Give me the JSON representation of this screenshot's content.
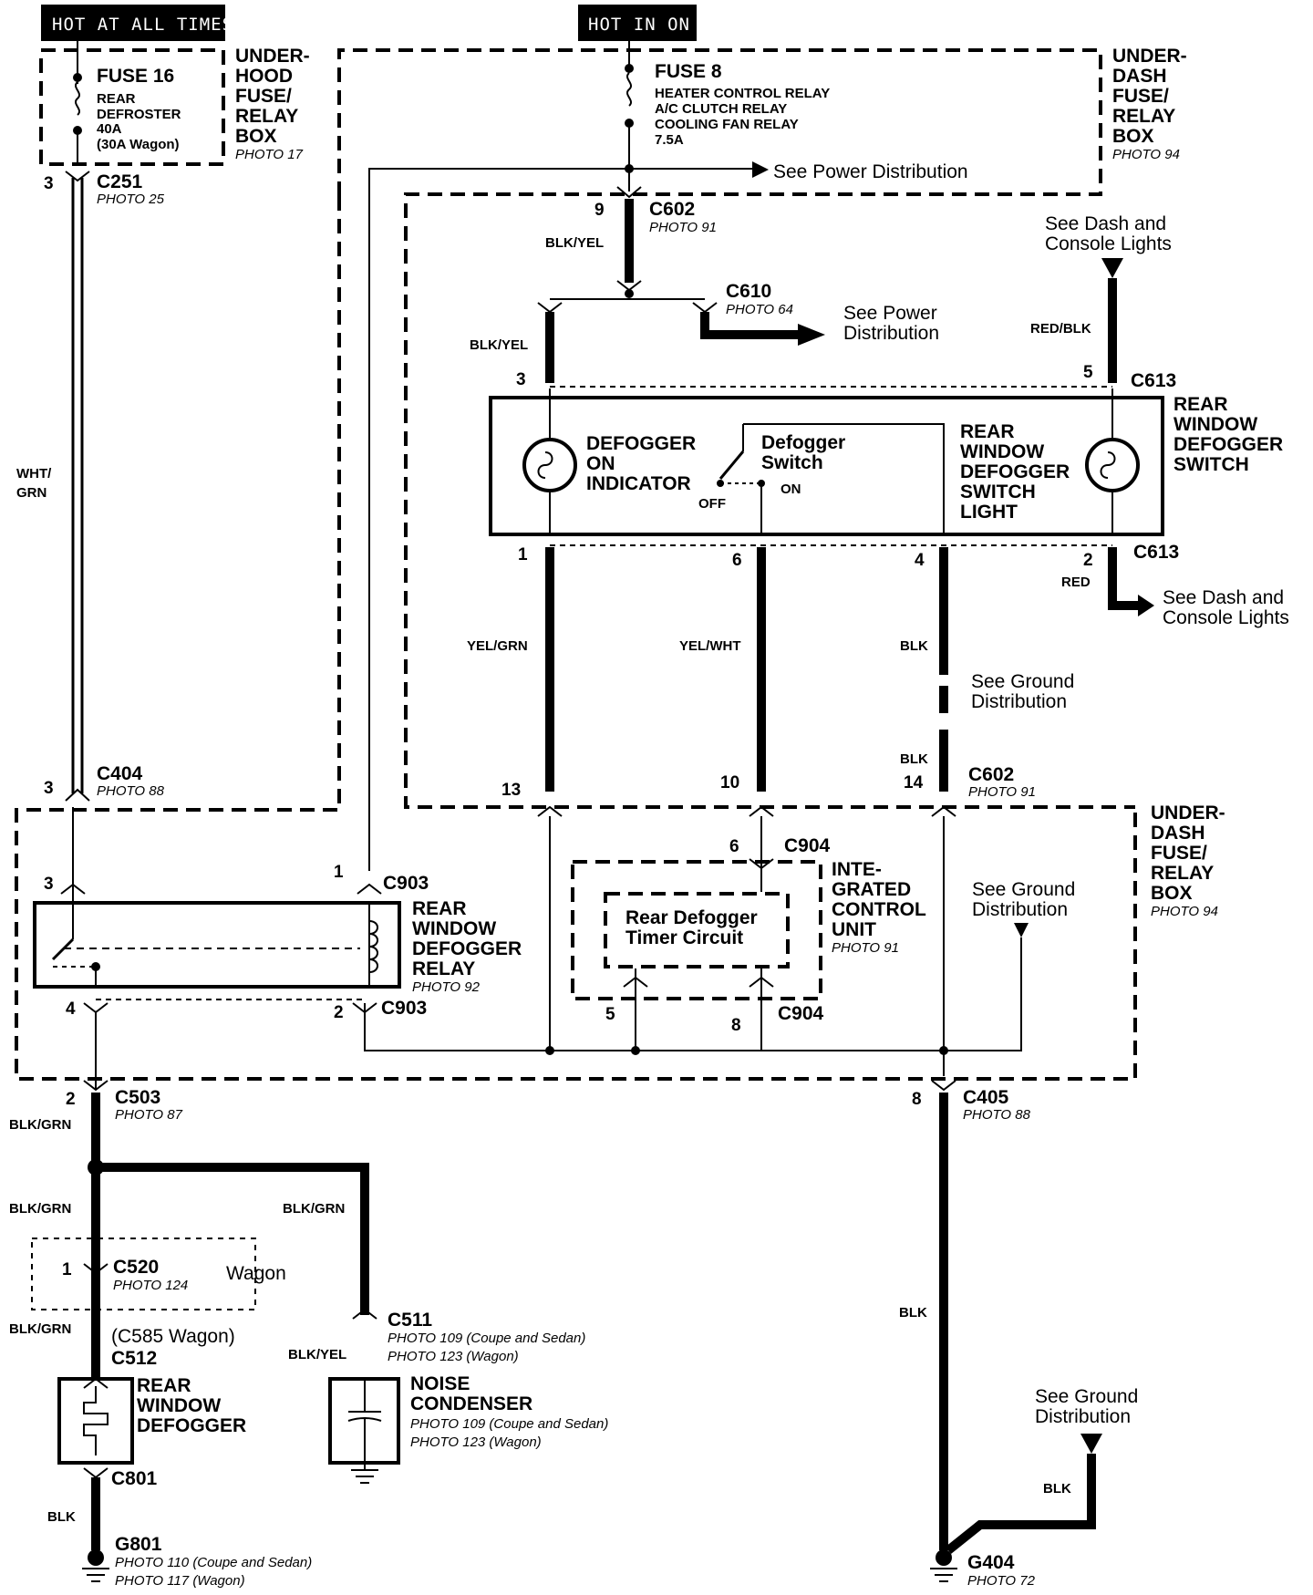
{
  "headers": {
    "hot_at_all_times": "HOT AT ALL TIMES",
    "hot_in_on": "HOT IN ON"
  },
  "fuse16": {
    "title": "FUSE 16",
    "l1": "REAR",
    "l2": "DEFROSTER",
    "l3": "40A",
    "l4": "(30A Wagon)"
  },
  "underhood_box": {
    "l1": "UNDER-",
    "l2": "HOOD",
    "l3": "FUSE/",
    "l4": "RELAY",
    "l5": "BOX",
    "photo": "PHOTO 17"
  },
  "fuse8": {
    "title": "FUSE 8",
    "l1": "HEATER CONTROL RELAY",
    "l2": "A/C CLUTCH RELAY",
    "l3": "COOLING FAN RELAY",
    "l4": "7.5A"
  },
  "underdash_box_top": {
    "l1": "UNDER-",
    "l2": "DASH",
    "l3": "FUSE/",
    "l4": "RELAY",
    "l5": "BOX",
    "photo": "PHOTO 94"
  },
  "underdash_box_bottom": {
    "l1": "UNDER-",
    "l2": "DASH",
    "l3": "FUSE/",
    "l4": "RELAY",
    "l5": "BOX",
    "photo": "PHOTO 94"
  },
  "refs": {
    "power_dist_1": "See Power Distribution",
    "power_dist_2a": "See Power",
    "power_dist_2b": "Distribution",
    "dash_lights_1a": "See Dash and",
    "dash_lights_1b": "Console Lights",
    "dash_lights_2a": "See Dash and",
    "dash_lights_2b": "Console Lights",
    "ground_1a": "See Ground",
    "ground_1b": "Distribution",
    "ground_2a": "See Ground",
    "ground_2b": "Distribution",
    "ground_3a": "See Ground",
    "ground_3b": "Distribution"
  },
  "connectors": {
    "c251": "C251",
    "c251_photo": "PHOTO 25",
    "c602a": "C602",
    "c602a_photo": "PHOTO 91",
    "c610": "C610",
    "c610_photo": "PHOTO 64",
    "c613a": "C613",
    "c613b": "C613",
    "c602b": "C602",
    "c602b_photo": "PHOTO 91",
    "c404": "C404",
    "c404_photo": "PHOTO 88",
    "c903a": "C903",
    "c903b": "C903",
    "c904a": "C904",
    "c904b": "C904",
    "c503": "C503",
    "c503_photo": "PHOTO 87",
    "c405": "C405",
    "c405_photo": "PHOTO 88",
    "c520": "C520",
    "c520_photo": "PHOTO 124",
    "c520_note": "Wagon",
    "c585": "(C585 Wagon)",
    "c512": "C512",
    "c511": "C511",
    "c511_photo1": "PHOTO 109 (Coupe and Sedan)",
    "c511_photo2": "PHOTO 123 (Wagon)",
    "c801": "C801",
    "g801": "G801",
    "g801_photo1": "PHOTO 110 (Coupe and Sedan)",
    "g801_photo2": "PHOTO 117 (Wagon)",
    "g404": "G404",
    "g404_photo": "PHOTO 72"
  },
  "pins": {
    "p3a": "3",
    "p9": "9",
    "p3b": "3",
    "p5": "5",
    "p1": "1",
    "p6": "6",
    "p4": "4",
    "p2": "2",
    "p13": "13",
    "p10": "10",
    "p14": "14",
    "p3c": "3",
    "p3d": "3",
    "p1b": "1",
    "p4b": "4",
    "p2b": "2",
    "p6b": "6",
    "p5b": "5",
    "p8": "8",
    "p2c": "2",
    "p8b": "8",
    "p1c": "1"
  },
  "wires": {
    "wht_grn_1": "WHT/",
    "wht_grn_2": "GRN",
    "blk_yel_1": "BLK/YEL",
    "blk_yel_2": "BLK/YEL",
    "blk_yel_3": "BLK/YEL",
    "red_blk": "RED/BLK",
    "red": "RED",
    "yel_grn": "YEL/GRN",
    "yel_wht": "YEL/WHT",
    "blk_1": "BLK",
    "blk_2": "BLK",
    "blk_grn_1": "BLK/GRN",
    "blk_grn_2": "BLK/GRN",
    "blk_grn_3": "BLK/GRN",
    "blk_grn_4": "BLK/GRN",
    "blk_3": "BLK",
    "blk_4": "BLK",
    "blk_5": "BLK"
  },
  "switch_unit": {
    "ind_1": "DEFOGGER",
    "ind_2": "ON",
    "ind_3": "INDICATOR",
    "sw_1": "Defogger",
    "sw_2": "Switch",
    "sw_on": "ON",
    "sw_off": "OFF",
    "light_1": "REAR",
    "light_2": "WINDOW",
    "light_3": "DEFOGGER",
    "light_4": "SWITCH",
    "light_5": "LIGHT",
    "name_1": "REAR",
    "name_2": "WINDOW",
    "name_3": "DEFOGGER",
    "name_4": "SWITCH"
  },
  "relay": {
    "l1": "REAR",
    "l2": "WINDOW",
    "l3": "DEFOGGER",
    "l4": "RELAY",
    "photo": "PHOTO 92"
  },
  "icu": {
    "t1": "Rear Defogger",
    "t2": "Timer Circuit",
    "l1": "INTE-",
    "l2": "GRATED",
    "l3": "CONTROL",
    "l4": "UNIT",
    "photo": "PHOTO 91"
  },
  "defogger": {
    "l1": "REAR",
    "l2": "WINDOW",
    "l3": "DEFOGGER"
  },
  "condenser": {
    "l1": "NOISE",
    "l2": "CONDENSER",
    "photo1": "PHOTO 109 (Coupe and Sedan)",
    "photo2": "PHOTO 123 (Wagon)"
  }
}
